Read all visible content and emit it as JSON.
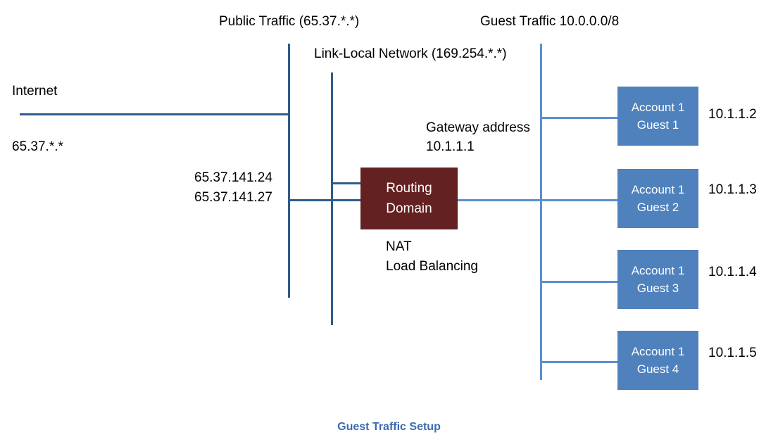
{
  "diagram": {
    "caption": "Guest Traffic Setup",
    "colors": {
      "guest_box": "#4f81bd",
      "routing_box": "#632121",
      "line_dark": "#2e5c8a",
      "line_light": "#5b8fd0",
      "caption": "#3a6ab0",
      "text": "#000000"
    },
    "labels": {
      "public_traffic": "Public Traffic (65.37.*.*)",
      "link_local": "Link-Local Network (169.254.*.*)",
      "guest_traffic": "Guest Traffic 10.0.0.0/8",
      "internet": "Internet",
      "internet_subnet": "65.37.*.*",
      "public_ip_1": "65.37.141.24",
      "public_ip_2": "65.37.141.27",
      "gateway_title": "Gateway address",
      "gateway_ip": "10.1.1.1",
      "nat": "NAT",
      "load_balancing": "Load Balancing"
    },
    "routing_domain": {
      "line1": "Routing",
      "line2": "Domain"
    },
    "guests": [
      {
        "account": "Account 1",
        "guest": "Guest 1",
        "ip": "10.1.1.2"
      },
      {
        "account": "Account 1",
        "guest": "Guest 2",
        "ip": "10.1.1.3"
      },
      {
        "account": "Account 1",
        "guest": "Guest 3",
        "ip": "10.1.1.4"
      },
      {
        "account": "Account 1",
        "guest": "Guest 4",
        "ip": "10.1.1.5"
      }
    ]
  }
}
